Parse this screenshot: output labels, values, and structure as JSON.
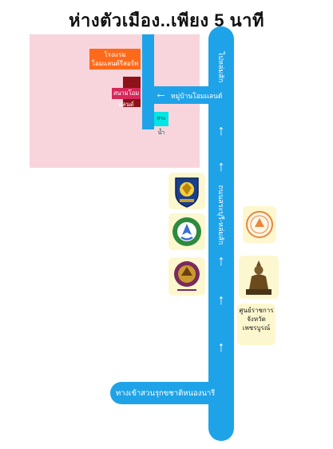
{
  "title": "ห่างตัวเมือง..เพียง 5 นาที",
  "roads": {
    "main_top_label": "ไปหล่มสัก",
    "main_mid_label": "ถนนสระบุรี-หล่มสัก",
    "bottom_label": "ทางเข้าสวนรุกขชาติหนองนารี",
    "branch_label": "หมู่บ้านโอมแลนด์"
  },
  "places": {
    "hotel": "โรงแรม\nโอมแลนด์รีสอร์ท",
    "field": "สนามโอมแลนด์",
    "pool": "สระน้ำ",
    "government_center": "ศูนย์ราชการ\nจังหวัดเพชรบูรณ์"
  },
  "icons": {
    "direction": "arrow-up-icon",
    "branch_direction": "arrow-left-icon",
    "landmarks": [
      "police-emblem-icon",
      "university-emblem-icon",
      "provincial-seal-icon",
      "stamp-seal-icon",
      "buddha-statue-icon"
    ]
  },
  "colors": {
    "road": "#1fa3e8",
    "zone": "#f8d5dc",
    "hotel": "#ff6a1a",
    "field": "#8e1219",
    "pool": "#00e5e5",
    "landmark_card": "#fdf7cf"
  }
}
